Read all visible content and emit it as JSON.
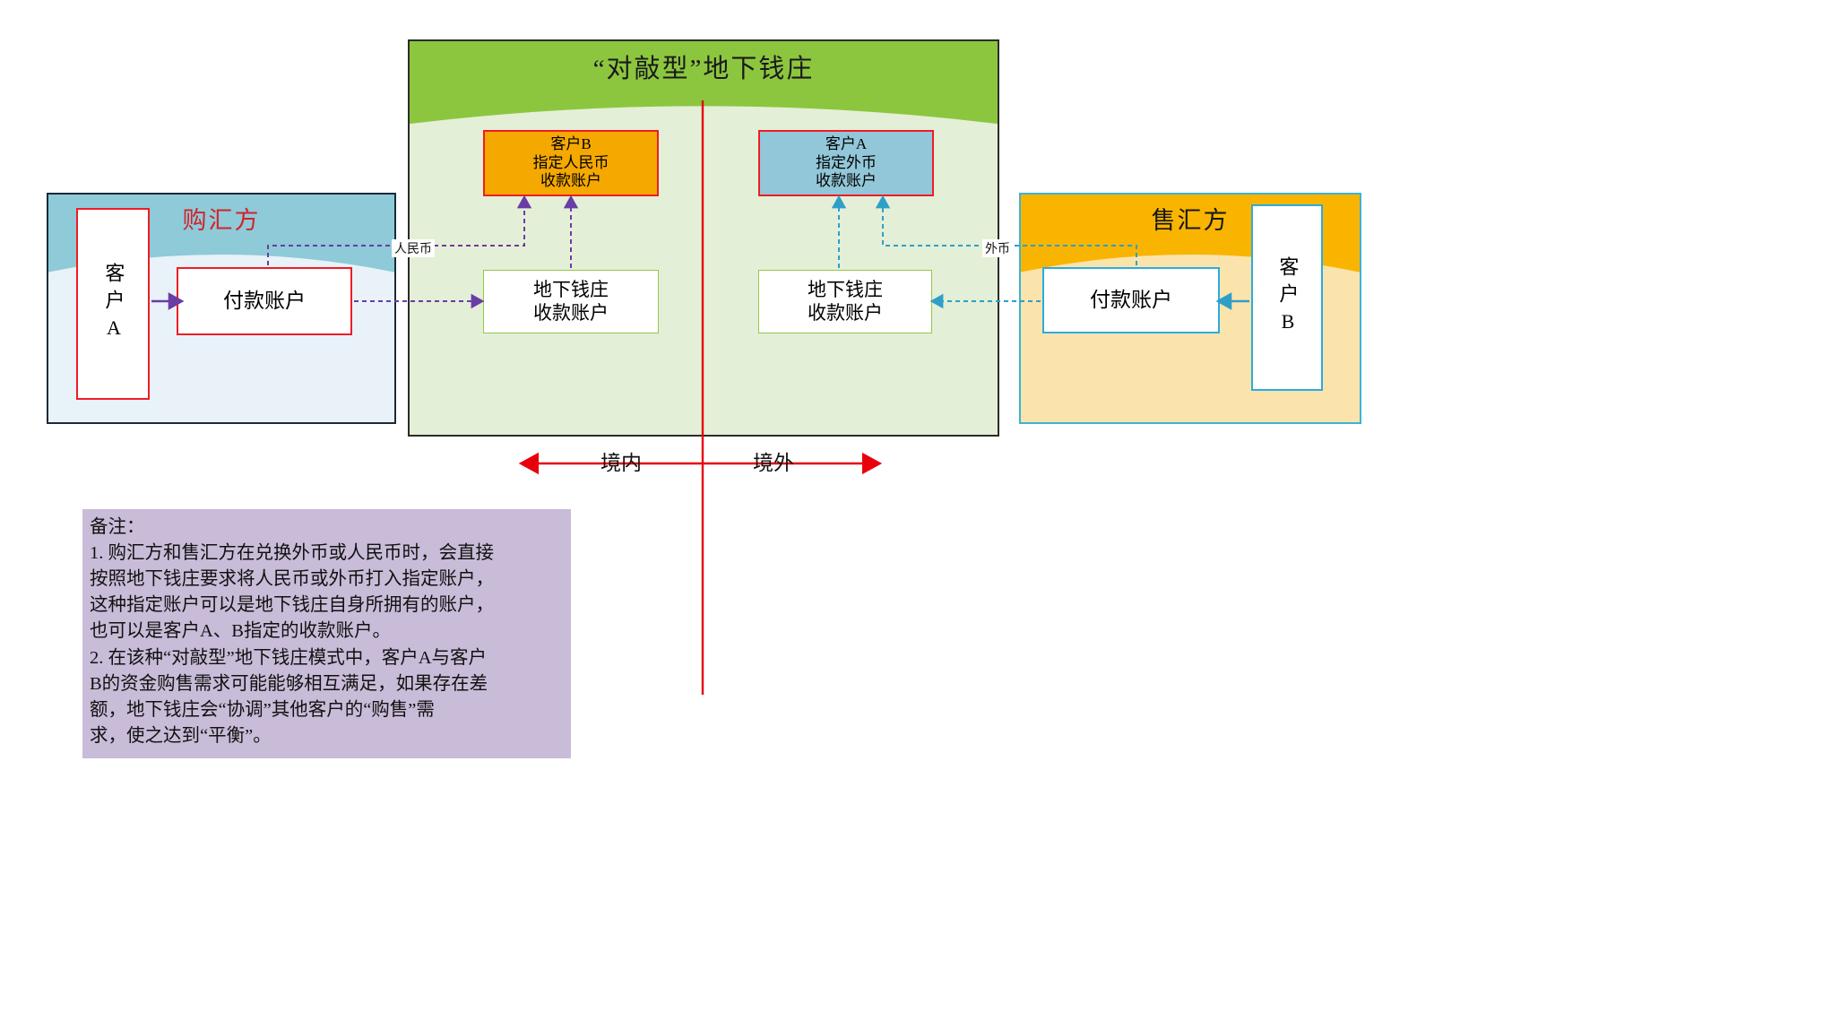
{
  "panels": {
    "left": {
      "title": "购汇方",
      "title_color": "#d2232a",
      "header_color": "#8ecad8",
      "body_color": "#e8f2f8",
      "border_color": "#1b2a3a"
    },
    "center": {
      "title": "“对敲型”地下钱庄",
      "title_color": "#1a1a1a",
      "header_color": "#8cc63f",
      "body_color": "#e4efd7",
      "border_color": "#2b2b2b"
    },
    "right": {
      "title": "售汇方",
      "title_color": "#161616",
      "header_color": "#f9b400",
      "body_color": "#fbe4ac",
      "border_color": "#3bb3d8"
    }
  },
  "boxes": {
    "customer_a": {
      "label": "客户A",
      "border": "#ee1c25",
      "fill": "#ffffff"
    },
    "payment_account_left": {
      "label": "付款账户",
      "border": "#ee1c25",
      "fill": "#ffffff"
    },
    "designated_b": {
      "label": "客户B\n指定人民币\n收款账户",
      "border": "#ee1c25",
      "fill": "#f5a800"
    },
    "designated_a": {
      "label": "客户A\n指定外币\n收款账户",
      "border": "#ee1c25",
      "fill": "#92c7d9"
    },
    "ub_account_left": {
      "label": "地下钱庄\n收款账户",
      "border": "#92c94a",
      "fill": "#ffffff"
    },
    "ub_account_right": {
      "label": "地下钱庄\n收款账户",
      "border": "#92c94a",
      "fill": "#ffffff"
    },
    "payment_account_right": {
      "label": "付款账户",
      "border": "#2aabe2",
      "fill": "#ffffff"
    },
    "customer_b": {
      "label": "客户B",
      "border": "#2aabe2",
      "fill": "#ffffff"
    }
  },
  "edge_labels": {
    "rmb": "人民币",
    "fx": "外币"
  },
  "boundary": {
    "domestic": "境内",
    "overseas": "境外",
    "axis_color": "#e8000d",
    "divider_color": "#e8000d"
  },
  "flows": {
    "rmb_color": "#6a3ca5",
    "fx_color": "#2e9fc9"
  },
  "note": {
    "heading": "备注：",
    "lines": [
      "1. 购汇方和售汇方在兑换外币或人民币时，会直接",
      "按照地下钱庄要求将人民币或外币打入指定账户，",
      "这种指定账户可以是地下钱庄自身所拥有的账户，",
      "也可以是客户A、B指定的收款账户。",
      "2. 在该种“对敲型”地下钱庄模式中，客户A与客户",
      "B的资金购售需求可能能够相互满足，如果存在差",
      "额，地下钱庄会“协调”其他客户的“购售”需",
      "求，使之达到“平衡”。"
    ],
    "background": "#c9bcd8"
  }
}
